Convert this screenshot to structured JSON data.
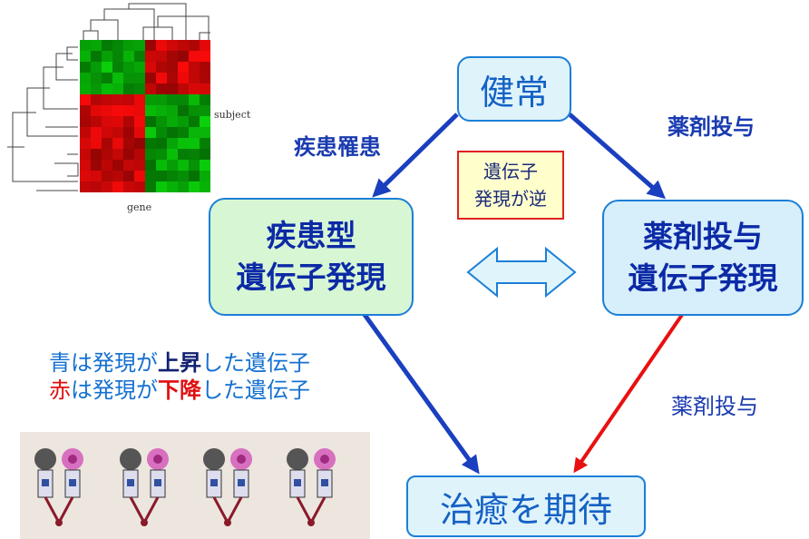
{
  "nodes": {
    "top": "健常",
    "left_line1": "疾患型",
    "left_line2": "遺伝子発現",
    "right_line1": "薬剤投与",
    "right_line2": "遺伝子発現",
    "bottom": "治癒を期待"
  },
  "edge_labels": {
    "top_left": "疾患罹患",
    "top_right": "薬剤投与",
    "right_bottom": "薬剤投与"
  },
  "note": {
    "line1": "遺伝子",
    "line2": "発現が逆"
  },
  "legend": {
    "line1_color_word": "青",
    "line1_pre": "は発現が",
    "line1_emph": "上昇",
    "line1_post": "した遺伝子",
    "line2_color_word": "赤",
    "line2_pre": "は発現が",
    "line2_emph": "下降",
    "line2_post": "した遺伝子"
  },
  "heatmap": {
    "x_label": "gene",
    "y_label": "subject"
  },
  "colors": {
    "arrow_blue": "#1a3fbf",
    "arrow_red": "#e81010",
    "box_border": "#1c7fd6"
  }
}
